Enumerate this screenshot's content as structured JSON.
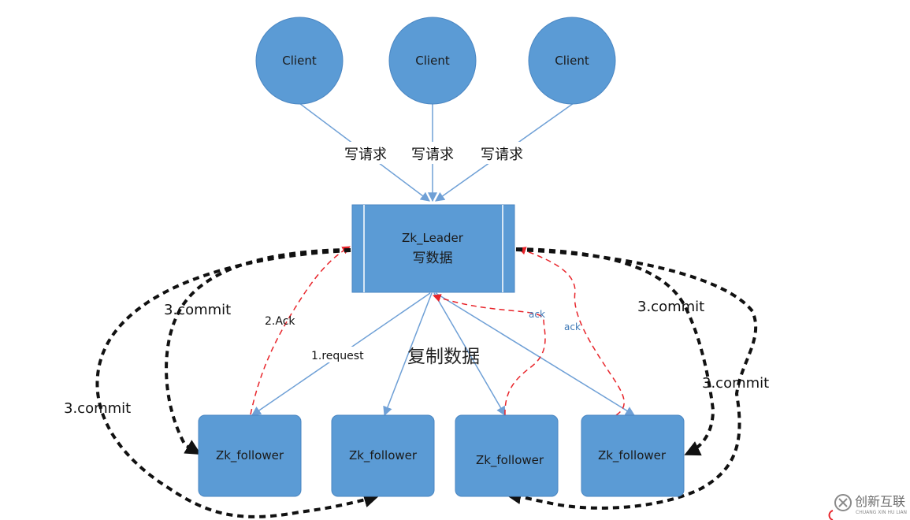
{
  "clients": [
    {
      "label": "Client"
    },
    {
      "label": "Client"
    },
    {
      "label": "Client"
    }
  ],
  "write_request_label": "写请求",
  "leader": {
    "line1": "Zk_Leader",
    "line2": "写数据"
  },
  "followers": [
    {
      "label": "Zk_follower"
    },
    {
      "label": "Zk_follower"
    },
    {
      "label": "Zk_follower"
    },
    {
      "label": "Zk_follower"
    }
  ],
  "edge_labels": {
    "request": "1.request",
    "ack_numbered": "2.Ack",
    "ack": "ack",
    "commit": "3.commit",
    "replicate": "复制数据"
  },
  "watermark": {
    "text": "创新互联",
    "sub": "CHUANG XIN HU LIAN"
  },
  "colors": {
    "node_fill": "#5b9bd5",
    "node_stroke": "#4a86c2",
    "request_line": "#6fa0d6",
    "ack_line": "#e8242a",
    "commit_line": "#111111"
  }
}
